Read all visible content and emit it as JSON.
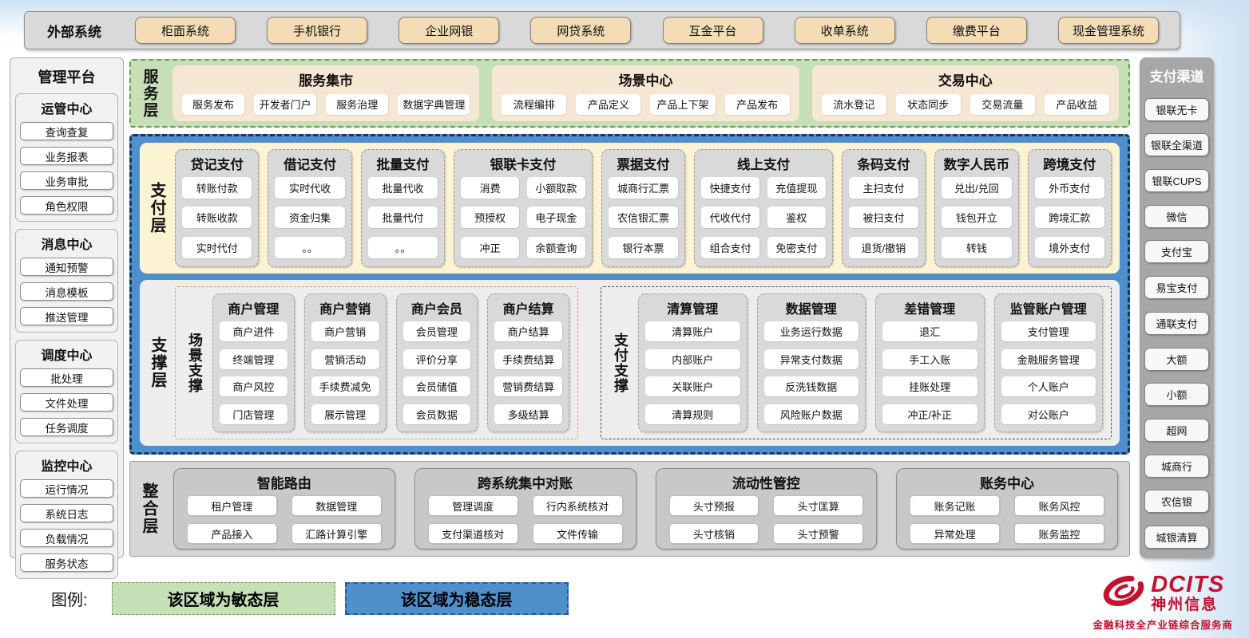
{
  "colors": {
    "stable_blue": "#4f8fcc",
    "agile_green": "#c7dfb6",
    "payment_cream": "#fcf3d3",
    "panel_gray": "#d9d9d9",
    "tan_button": "#f4dcb6",
    "brand_red": "#c41230"
  },
  "external_systems": {
    "label": "外部系统",
    "items": [
      "柜面系统",
      "手机银行",
      "企业网银",
      "网贷系统",
      "互金平台",
      "收单系统",
      "缴费平台",
      "现金管理系统"
    ]
  },
  "management_platform": {
    "title": "管理平台",
    "sections": [
      {
        "title": "运管中心",
        "items": [
          "查询查复",
          "业务报表",
          "业务审批",
          "角色权限"
        ]
      },
      {
        "title": "消息中心",
        "items": [
          "通知预警",
          "消息模板",
          "推送管理"
        ]
      },
      {
        "title": "调度中心",
        "items": [
          "批处理",
          "文件处理",
          "任务调度"
        ]
      },
      {
        "title": "监控中心",
        "items": [
          "运行情况",
          "系统日志",
          "负载情况",
          "服务状态"
        ]
      }
    ]
  },
  "service_layer": {
    "label": "服务层",
    "groups": [
      {
        "title": "服务集市",
        "items": [
          "服务发布",
          "开发者门户",
          "服务治理",
          "数据字典管理"
        ]
      },
      {
        "title": "场景中心",
        "items": [
          "流程编排",
          "产品定义",
          "产品上下架",
          "产品发布"
        ]
      },
      {
        "title": "交易中心",
        "items": [
          "流水登记",
          "状态同步",
          "交易流量",
          "产品收益"
        ]
      }
    ]
  },
  "payment_layer": {
    "label": "支付层",
    "groups": [
      {
        "title": "贷记支付",
        "items": [
          "转账付款",
          "转账收款",
          "实时代付"
        ]
      },
      {
        "title": "借记支付",
        "items": [
          "实时代收",
          "资金归集",
          "。。"
        ]
      },
      {
        "title": "批量支付",
        "items": [
          "批量代收",
          "批量代付",
          "。。"
        ]
      },
      {
        "title": "银联卡支付",
        "cols_class": "two-col",
        "items": [
          "消费",
          "小额取款",
          "预授权",
          "电子现金",
          "冲正",
          "余额查询"
        ]
      },
      {
        "title": "票据支付",
        "items": [
          "城商行汇票",
          "农信银汇票",
          "银行本票"
        ]
      },
      {
        "title": "线上支付",
        "cols_class": "two-col",
        "items": [
          "快捷支付",
          "充值提现",
          "代收代付",
          "鉴权",
          "组合支付",
          "免密支付"
        ]
      },
      {
        "title": "条码支付",
        "items": [
          "主扫支付",
          "被扫支付",
          "退货/撤销"
        ]
      },
      {
        "title": "数字人民币",
        "items": [
          "兑出/兑回",
          "钱包开立",
          "转钱"
        ]
      },
      {
        "title": "跨境支付",
        "items": [
          "外币支付",
          "跨境汇款",
          "境外支付"
        ]
      }
    ]
  },
  "support_layer": {
    "label": "支撑层",
    "zones": [
      {
        "label": "场景支撑",
        "groups": [
          {
            "title": "商户管理",
            "items": [
              "商户进件",
              "终端管理",
              "商户风控",
              "门店管理"
            ]
          },
          {
            "title": "商户营销",
            "items": [
              "商户营销",
              "营销活动",
              "手续费减免",
              "展示管理"
            ]
          },
          {
            "title": "商户会员",
            "items": [
              "会员管理",
              "评价分享",
              "会员储值",
              "会员数据"
            ]
          },
          {
            "title": "商户结算",
            "items": [
              "商户结算",
              "手续费结算",
              "营销费结算",
              "多级结算"
            ]
          }
        ]
      },
      {
        "label": "支付支撑",
        "groups": [
          {
            "title": "清算管理",
            "items": [
              "清算账户",
              "内部账户",
              "关联账户",
              "清算规则"
            ]
          },
          {
            "title": "数据管理",
            "items": [
              "业务运行数据",
              "异常支付数据",
              "反洗钱数据",
              "风险账户数据"
            ]
          },
          {
            "title": "差错管理",
            "items": [
              "退汇",
              "手工入账",
              "挂账处理",
              "冲正/补正"
            ]
          },
          {
            "title": "监管账户管理",
            "items": [
              "支付管理",
              "金融服务管理",
              "个人账户",
              "对公账户"
            ]
          }
        ]
      }
    ]
  },
  "integration_layer": {
    "label": "整合层",
    "groups": [
      {
        "title": "智能路由",
        "items": [
          "租户管理",
          "数据管理",
          "产品接入",
          "汇路计算引擎"
        ]
      },
      {
        "title": "跨系统集中对账",
        "items": [
          "管理调度",
          "行内系统核对",
          "支付渠道核对",
          "文件传输"
        ]
      },
      {
        "title": "流动性管控",
        "items": [
          "头寸预报",
          "头寸匡算",
          "头寸核销",
          "头寸预警"
        ]
      },
      {
        "title": "账务中心",
        "items": [
          "账务记账",
          "账务风控",
          "异常处理",
          "账务监控"
        ]
      }
    ]
  },
  "payment_channels": {
    "title": "支付渠道",
    "items": [
      "银联无卡",
      "银联全渠道",
      "银联CUPS",
      "微信",
      "支付宝",
      "易宝支付",
      "通联支付",
      "大额",
      "小额",
      "超网",
      "城商行",
      "农信银",
      "城银清算"
    ]
  },
  "legend": {
    "label": "图例:",
    "agile": "该区域为敏态层",
    "stable": "该区域为稳态层"
  },
  "logo": {
    "brand": "DCITS",
    "name": "神州信息",
    "tagline": "金融科技全产业链综合服务商"
  }
}
